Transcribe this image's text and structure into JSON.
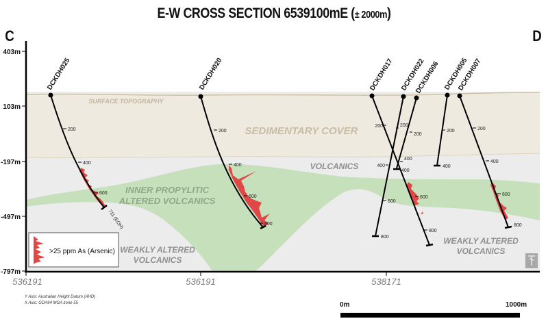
{
  "title": {
    "main": "E-W CROSS SECTION 6539100mE (",
    "pm": "± 2000m",
    "close": ")"
  },
  "section_ends": {
    "left": "C",
    "right": "D"
  },
  "y_axis": {
    "ticks": [
      "403m",
      "103m",
      "-197m",
      "-497m",
      "-797m"
    ],
    "label": "Y Axis: Australian Height Datum (AHD)"
  },
  "x_axis": {
    "ticks": [
      "536191",
      "536191",
      "538171"
    ],
    "label": "X Axis: GDA94 MGA zone 55"
  },
  "units": {
    "surface": "SURFACE TOPOGRAPHY",
    "sediment": "SEDIMENTARY COVER",
    "volcanics": "VOLCANICS",
    "propylitic_1": "INNER PROPYLITIC",
    "propylitic_2": "ALTERED VOLCANICS",
    "weak_left_1": "WEAKLY ALTERED",
    "weak_left_2": "VOLCANICS",
    "weak_right_1": "WEAKLY ALTERED",
    "weak_right_2": "VOLCANICS"
  },
  "colors": {
    "sediment": "#eeeae0",
    "volcanics": "#ececec",
    "propylitic": "#c6e0bc",
    "arsenic": "#e04848",
    "surface_line": "#cfc1a0"
  },
  "drillholes": [
    {
      "name": "DCKDH025",
      "depth_labels": [
        "200",
        "400",
        "600"
      ],
      "eoh": "711 (EOH)"
    },
    {
      "name": "DCKDH020",
      "depth_labels": [
        "200",
        "400",
        "600",
        "800"
      ]
    },
    {
      "name": "DCKDH017",
      "depth_labels": [
        "200",
        "400",
        "600",
        "800"
      ]
    },
    {
      "name": "DCKDH022",
      "depth_labels": [
        "200",
        "400",
        "600",
        "800"
      ]
    },
    {
      "name": "DCKDH006",
      "depth_labels": [
        "200",
        "400"
      ]
    },
    {
      "name": "DCKDH005",
      "depth_labels": [
        "200",
        "400"
      ]
    },
    {
      "name": "DCKDH007",
      "depth_labels": [
        "200",
        "400",
        "600",
        "800"
      ]
    }
  ],
  "legend": {
    "label": ">25 ppm As (Arsenic)"
  },
  "scale_bar": {
    "start": "0m",
    "end": "1000m"
  }
}
